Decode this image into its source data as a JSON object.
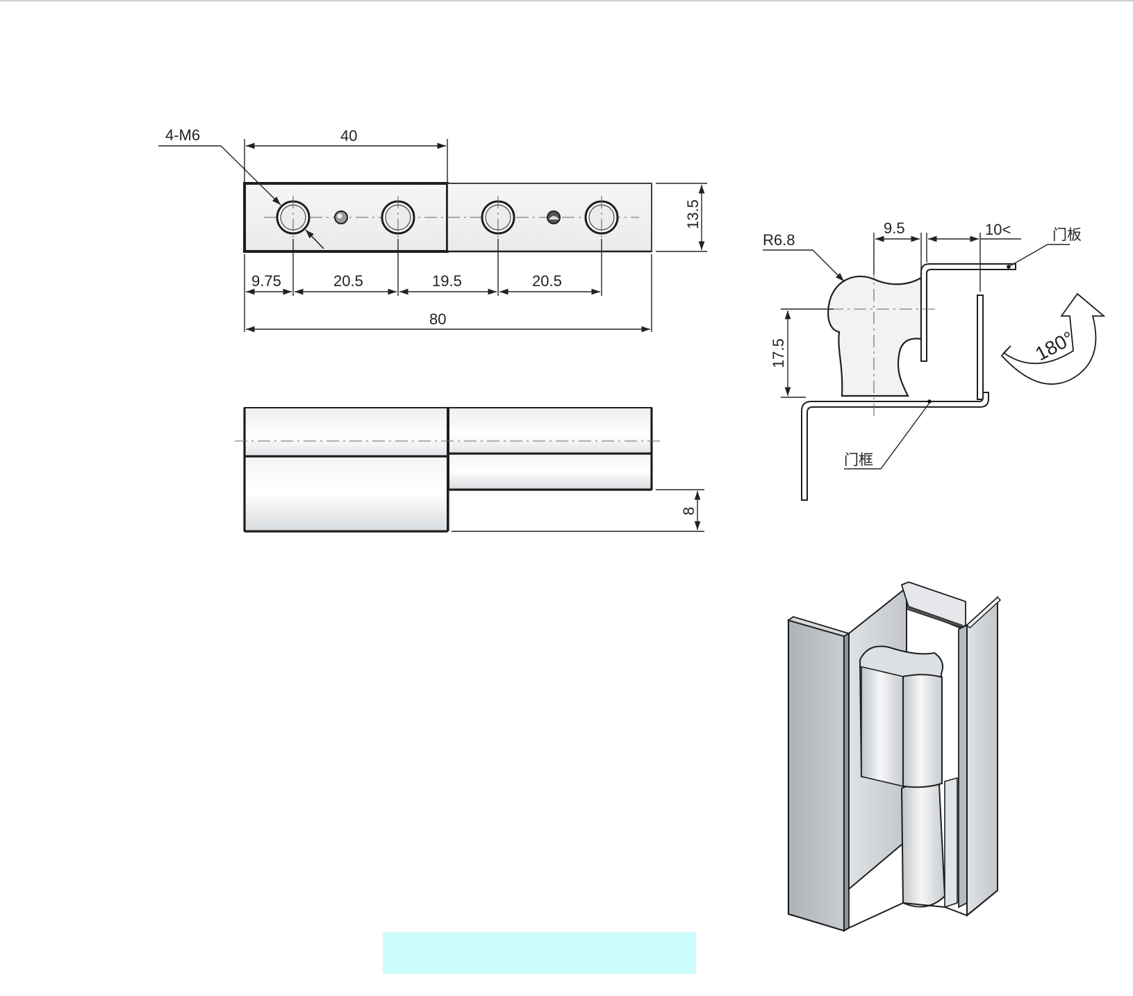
{
  "top_view": {
    "thread_callout": "4-M6",
    "dims": {
      "overall_length": "80",
      "half_length": "40",
      "width": "13.5",
      "edge_to_hole": "9.75",
      "hole_pitch_a": "20.5",
      "middle_gap": "19.5",
      "hole_pitch_b": "20.5"
    }
  },
  "side_view": {
    "dims": {
      "offset": "8"
    }
  },
  "section_view": {
    "dims": {
      "radius": "R6.8",
      "pin_to_wall": "9.5",
      "gap_min": "10<",
      "height": "17.5"
    },
    "labels": {
      "door_panel": "门板",
      "door_frame": "门框"
    },
    "rotation": "180°"
  },
  "colors": {
    "line": "#222222",
    "metal_light": "#e6e8ea",
    "metal_mid": "#c3c7cb",
    "highlight_box": "#ccfcfc"
  }
}
